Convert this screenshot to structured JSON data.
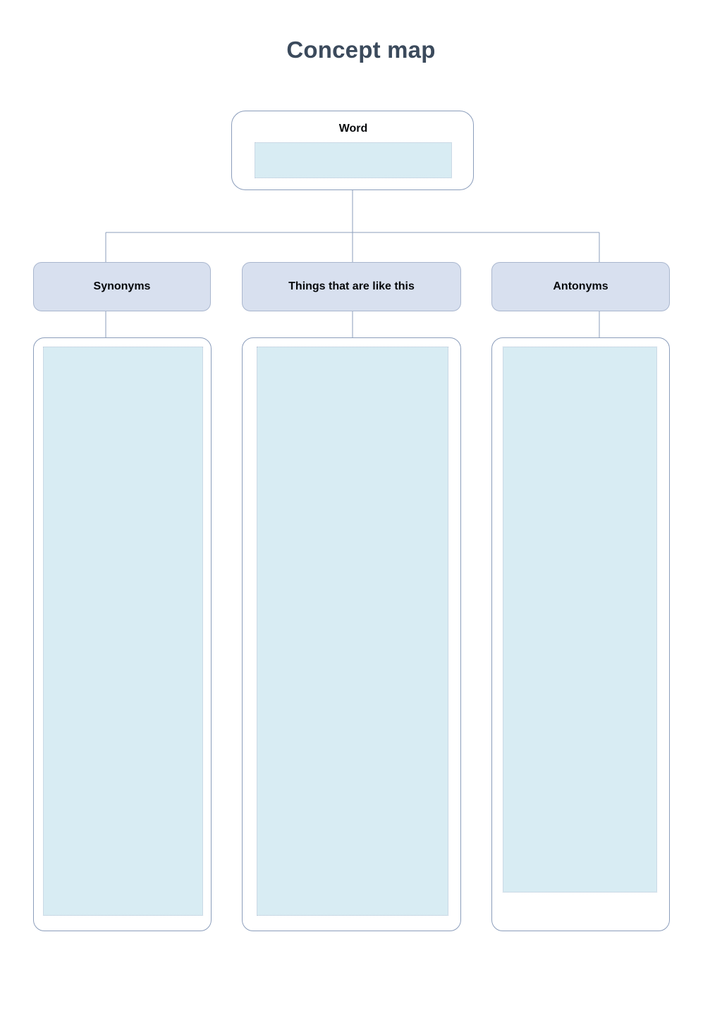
{
  "page": {
    "title": "Concept map",
    "background_color": "#ffffff",
    "title_color": "#3b4a5c"
  },
  "colors": {
    "outline": "#8b9dbb",
    "connector_line": "#8b9dbb",
    "header_fill": "#d8e0ef",
    "header_border": "#a9b6ce",
    "field_fill": "#d8ecf3",
    "field_border": "#bcc6d8",
    "card_fill": "#ffffff",
    "text": "#06080b"
  },
  "root_node": {
    "label": "Word",
    "input_value": "",
    "input_placeholder": ""
  },
  "branches": [
    {
      "header": "Synonyms",
      "content_value": "",
      "content_placeholder": ""
    },
    {
      "header": "Things that are like this",
      "content_value": "",
      "content_placeholder": ""
    },
    {
      "header": "Antonyms",
      "content_value": "",
      "content_placeholder": ""
    }
  ],
  "diagram": {
    "type": "concept-map",
    "structure": "one root node branching to three category columns",
    "root": "Word",
    "children": [
      "Synonyms",
      "Things that are like this",
      "Antonyms"
    ]
  }
}
